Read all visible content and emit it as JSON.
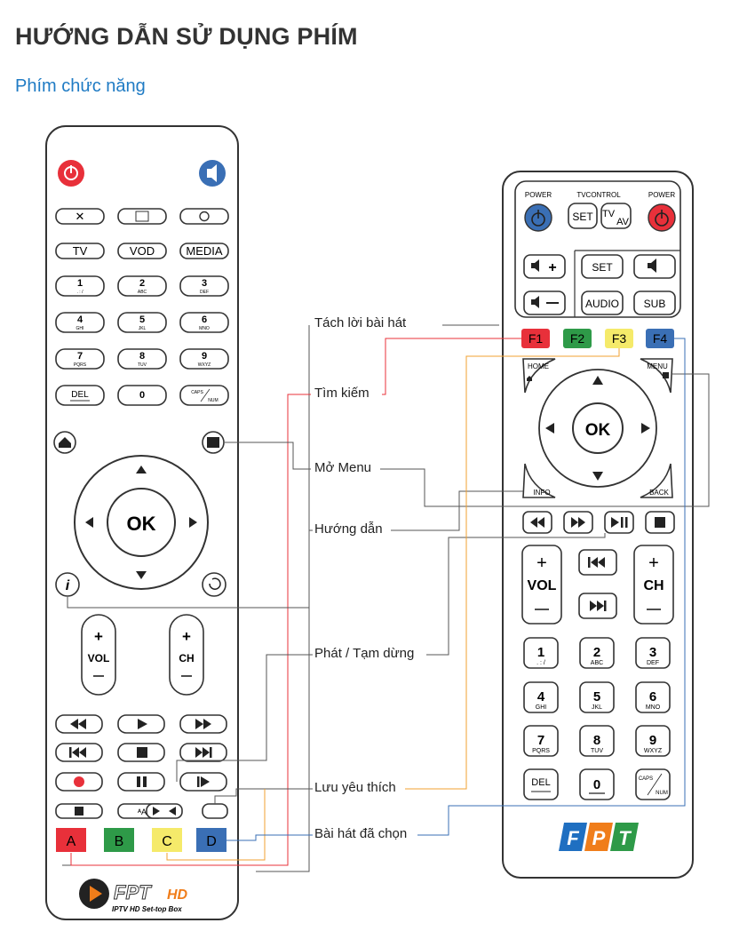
{
  "page": {
    "title": "HƯỚNG DẪN SỬ DỤNG PHÍM",
    "subtitle": "Phím chức năng"
  },
  "annotations": [
    "Tách lời bài hát",
    "Tìm kiếm",
    "Mở Menu",
    "Hướng dẫn",
    "Phát / Tạm dừng",
    "Lưu yêu thích",
    "Bài hát đã chọn"
  ],
  "left_remote": {
    "top_buttons": [
      "TV",
      "VOD",
      "MEDIA"
    ],
    "keys": [
      {
        "num": "1",
        "sub": ". : /"
      },
      {
        "num": "2",
        "sub": "ABC"
      },
      {
        "num": "3",
        "sub": "DEF"
      },
      {
        "num": "4",
        "sub": "GHI"
      },
      {
        "num": "5",
        "sub": "JKL"
      },
      {
        "num": "6",
        "sub": "MNO"
      },
      {
        "num": "7",
        "sub": "PQRS"
      },
      {
        "num": "8",
        "sub": "TUV"
      },
      {
        "num": "9",
        "sub": "WXYZ"
      }
    ],
    "del": "DEL",
    "zero": "0",
    "caps": "CAPS",
    "num": "NUM",
    "ok": "OK",
    "vol": "VOL",
    "ch": "CH",
    "color_keys": [
      "A",
      "B",
      "C",
      "D"
    ],
    "color_hex": [
      "#e8303a",
      "#2e9a48",
      "#f5ea6a",
      "#3a6fb5"
    ],
    "brand_tagline": "IPTV HD Set-top Box",
    "brand_hd": "HD"
  },
  "right_remote": {
    "power_left": "POWER",
    "tvcontrol": "TVCONTROL",
    "power_right": "POWER",
    "set": "SET",
    "tvav_tv": "TV",
    "tvav_av": "AV",
    "audio": "AUDIO",
    "sub": "SUB",
    "f_keys": [
      "F1",
      "F2",
      "F3",
      "F4"
    ],
    "f_hex": [
      "#e8303a",
      "#2e9a48",
      "#f5ea6a",
      "#3a6fb5"
    ],
    "home": "HOME",
    "menu": "MENU",
    "info": "INFO",
    "back": "BACK",
    "ok": "OK",
    "vol": "VOL",
    "ch": "CH",
    "keys": [
      {
        "num": "1",
        "sub": ". : /"
      },
      {
        "num": "2",
        "sub": "ABC"
      },
      {
        "num": "3",
        "sub": "DEF"
      },
      {
        "num": "4",
        "sub": "GHI"
      },
      {
        "num": "5",
        "sub": "JKL"
      },
      {
        "num": "6",
        "sub": "MNO"
      },
      {
        "num": "7",
        "sub": "PQRS"
      },
      {
        "num": "8",
        "sub": "TUV"
      },
      {
        "num": "9",
        "sub": "WXYZ"
      }
    ],
    "del": "DEL",
    "zero": "0",
    "caps": "CAPS",
    "num": "NUM",
    "logo_letters": [
      "F",
      "P",
      "T"
    ],
    "logo_hex": [
      "#1f6fc1",
      "#f07d1a",
      "#2e9a48"
    ]
  }
}
